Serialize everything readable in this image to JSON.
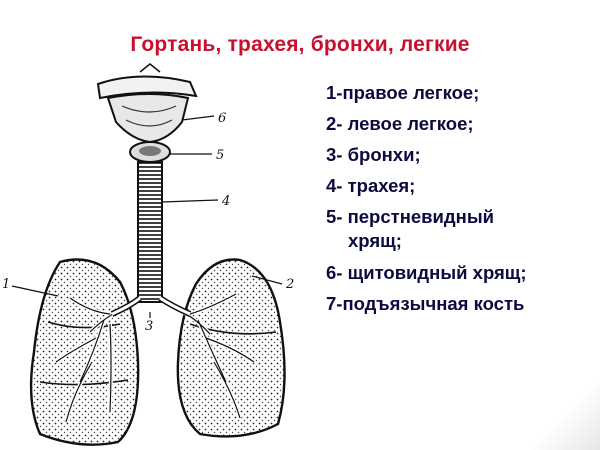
{
  "slide": {
    "title": "Гортань, трахея, бронхи, легкие"
  },
  "legend": {
    "items": [
      {
        "text": "1-правое легкое;"
      },
      {
        "text": "2- левое легкое;"
      },
      {
        "text": "3- бронхи;"
      },
      {
        "text": "4- трахея;"
      },
      {
        "text": "5- перстневидный",
        "cont": "хрящ;"
      },
      {
        "text": "6- щитовидный хрящ;"
      },
      {
        "text": "7-подъязычная кость"
      }
    ]
  },
  "figure": {
    "labels": [
      "1",
      "2",
      "3",
      "4",
      "5",
      "6"
    ]
  },
  "colors": {
    "title": "#c8102e",
    "legend_text": "#0b0b3f",
    "ink": "#111111"
  }
}
